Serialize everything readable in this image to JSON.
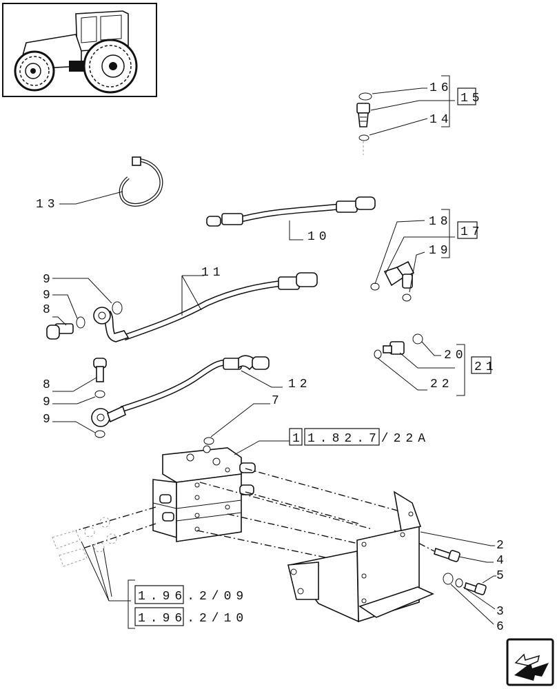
{
  "callouts": {
    "c1": "1",
    "c2": "2",
    "c3": "3",
    "c4": "4",
    "c5": "5",
    "c6": "6",
    "c7": "7",
    "c8a": "8",
    "c8b": "8",
    "c9a": "9",
    "c9b": "9",
    "c9c": "9",
    "c9d": "9",
    "c10": "10",
    "c11": "11",
    "c12": "12",
    "c13": "13",
    "c14": "14",
    "c15": "15",
    "c16": "16",
    "c17": "17",
    "c18": "18",
    "c19": "19",
    "c20": "20",
    "c21": "21",
    "c22": "22"
  },
  "references": {
    "ref_1_82": "1.82.7/22A",
    "ref_1_96_09": "1.96.2/09",
    "ref_1_96_10": "1.96.2/10"
  },
  "icons": {
    "thumbnail": "tractor-thumbnail",
    "next": "arrow-next-icon"
  }
}
